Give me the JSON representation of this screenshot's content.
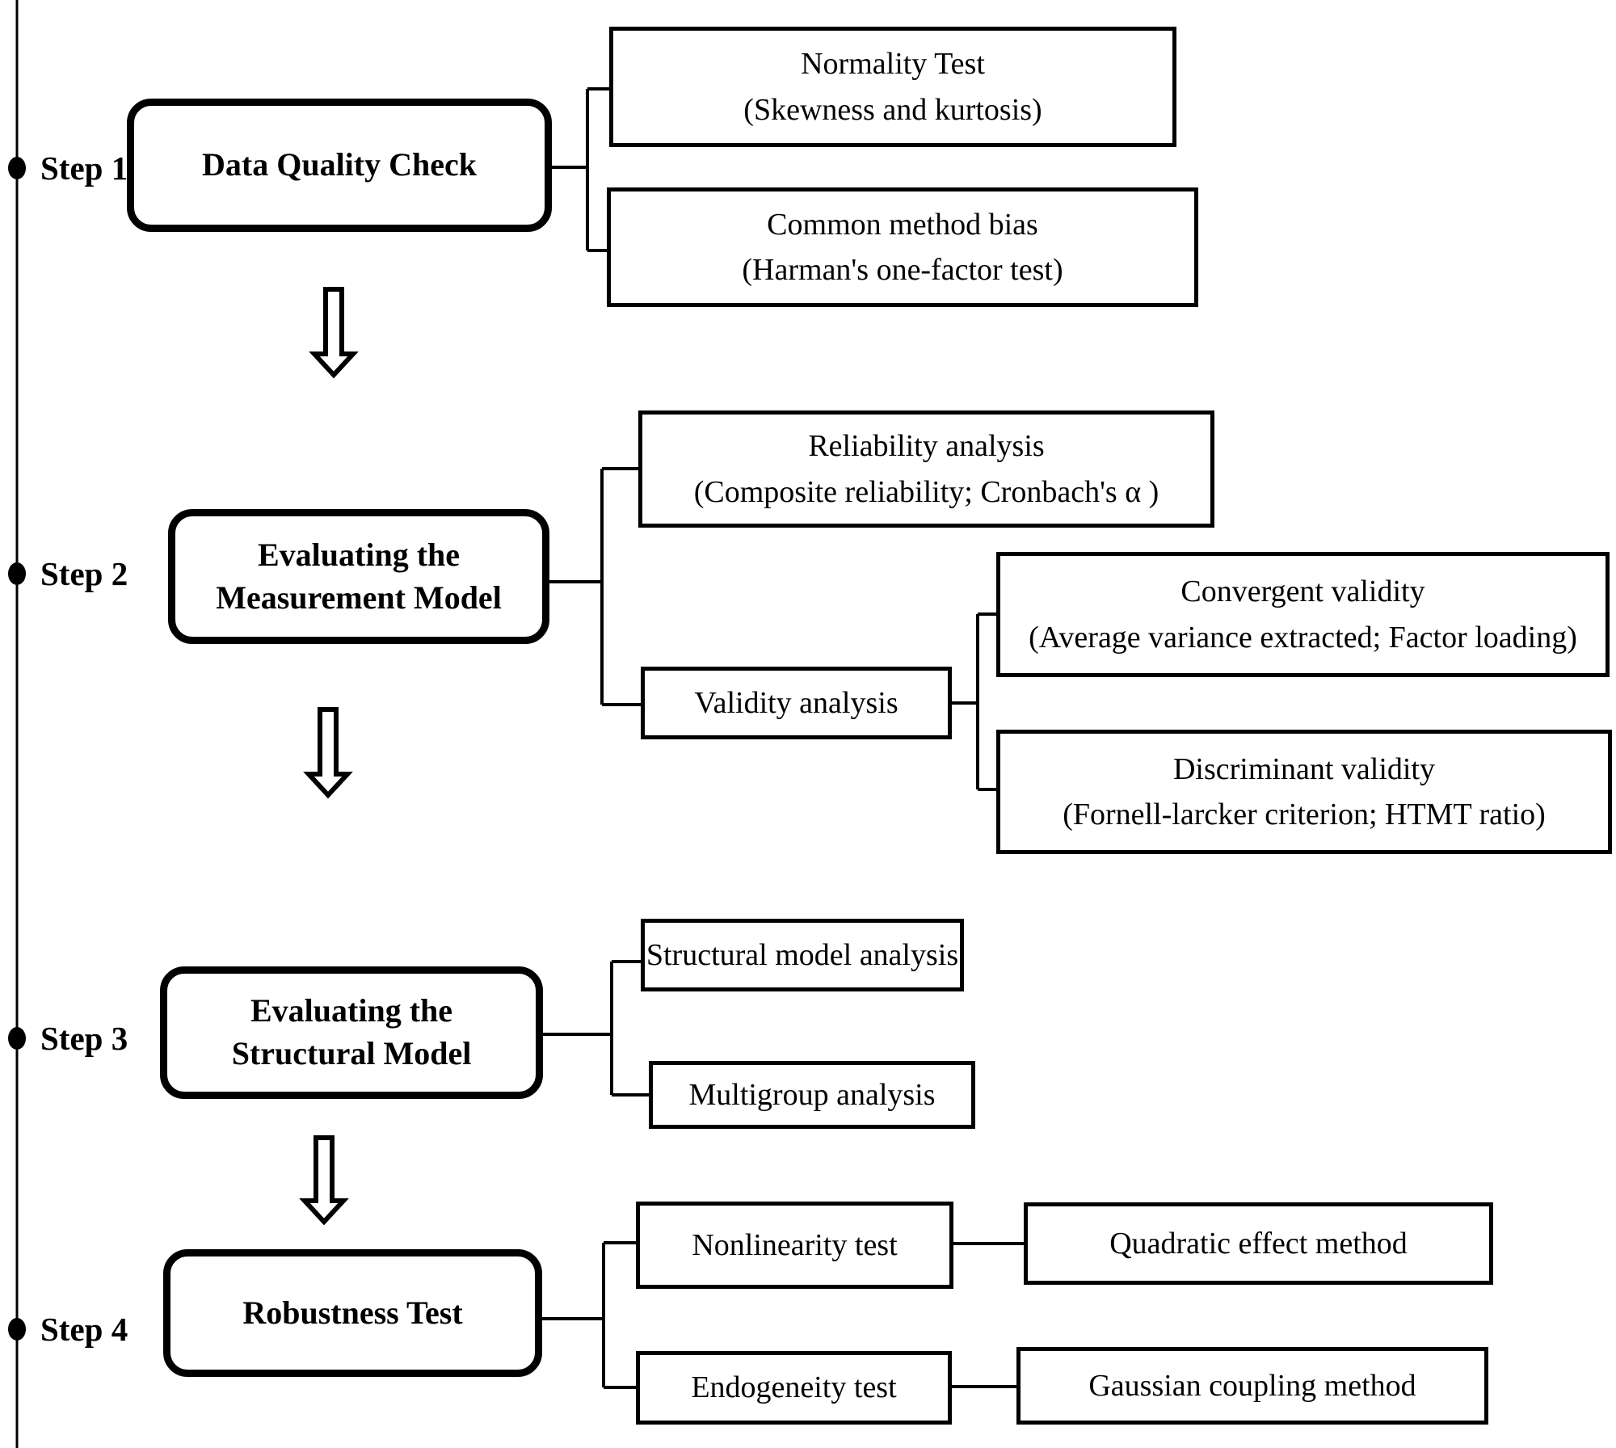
{
  "figure": {
    "background": "#ffffff",
    "ink": "#000000",
    "description": "Four-step flowchart of PLS-SEM analysis procedure with a vertical timeline of step markers"
  },
  "steps": [
    {
      "label": "Step 1",
      "title_lines": [
        "Data Quality Check"
      ],
      "children": [
        {
          "line1": "Normality Test",
          "line2": "(Skewness and kurtosis)"
        },
        {
          "line1": "Common method bias",
          "line2": "(Harman's one-factor test)"
        }
      ]
    },
    {
      "label": "Step 2",
      "title_lines": [
        "Evaluating the",
        "Measurement Model"
      ],
      "children": [
        {
          "line1": "Reliability analysis",
          "line2": "(Composite reliability; Cronbach's α )"
        },
        {
          "line1": "Validity analysis",
          "children": [
            {
              "line1": "Convergent validity",
              "line2": "(Average variance extracted; Factor loading)"
            },
            {
              "line1": "Discriminant validity",
              "line2": "(Fornell-larcker criterion; HTMT ratio)"
            }
          ]
        }
      ]
    },
    {
      "label": "Step 3",
      "title_lines": [
        "Evaluating the",
        "Structural Model"
      ],
      "children": [
        {
          "line1": "Structural model analysis"
        },
        {
          "line1": "Multigroup analysis"
        }
      ]
    },
    {
      "label": "Step 4",
      "title_lines": [
        "Robustness Test"
      ],
      "children": [
        {
          "line1": "Nonlinearity test",
          "children": [
            {
              "line1": "Quadratic effect method"
            }
          ]
        },
        {
          "line1": "Endogeneity test",
          "children": [
            {
              "line1": "Gaussian coupling method"
            }
          ]
        }
      ]
    }
  ]
}
